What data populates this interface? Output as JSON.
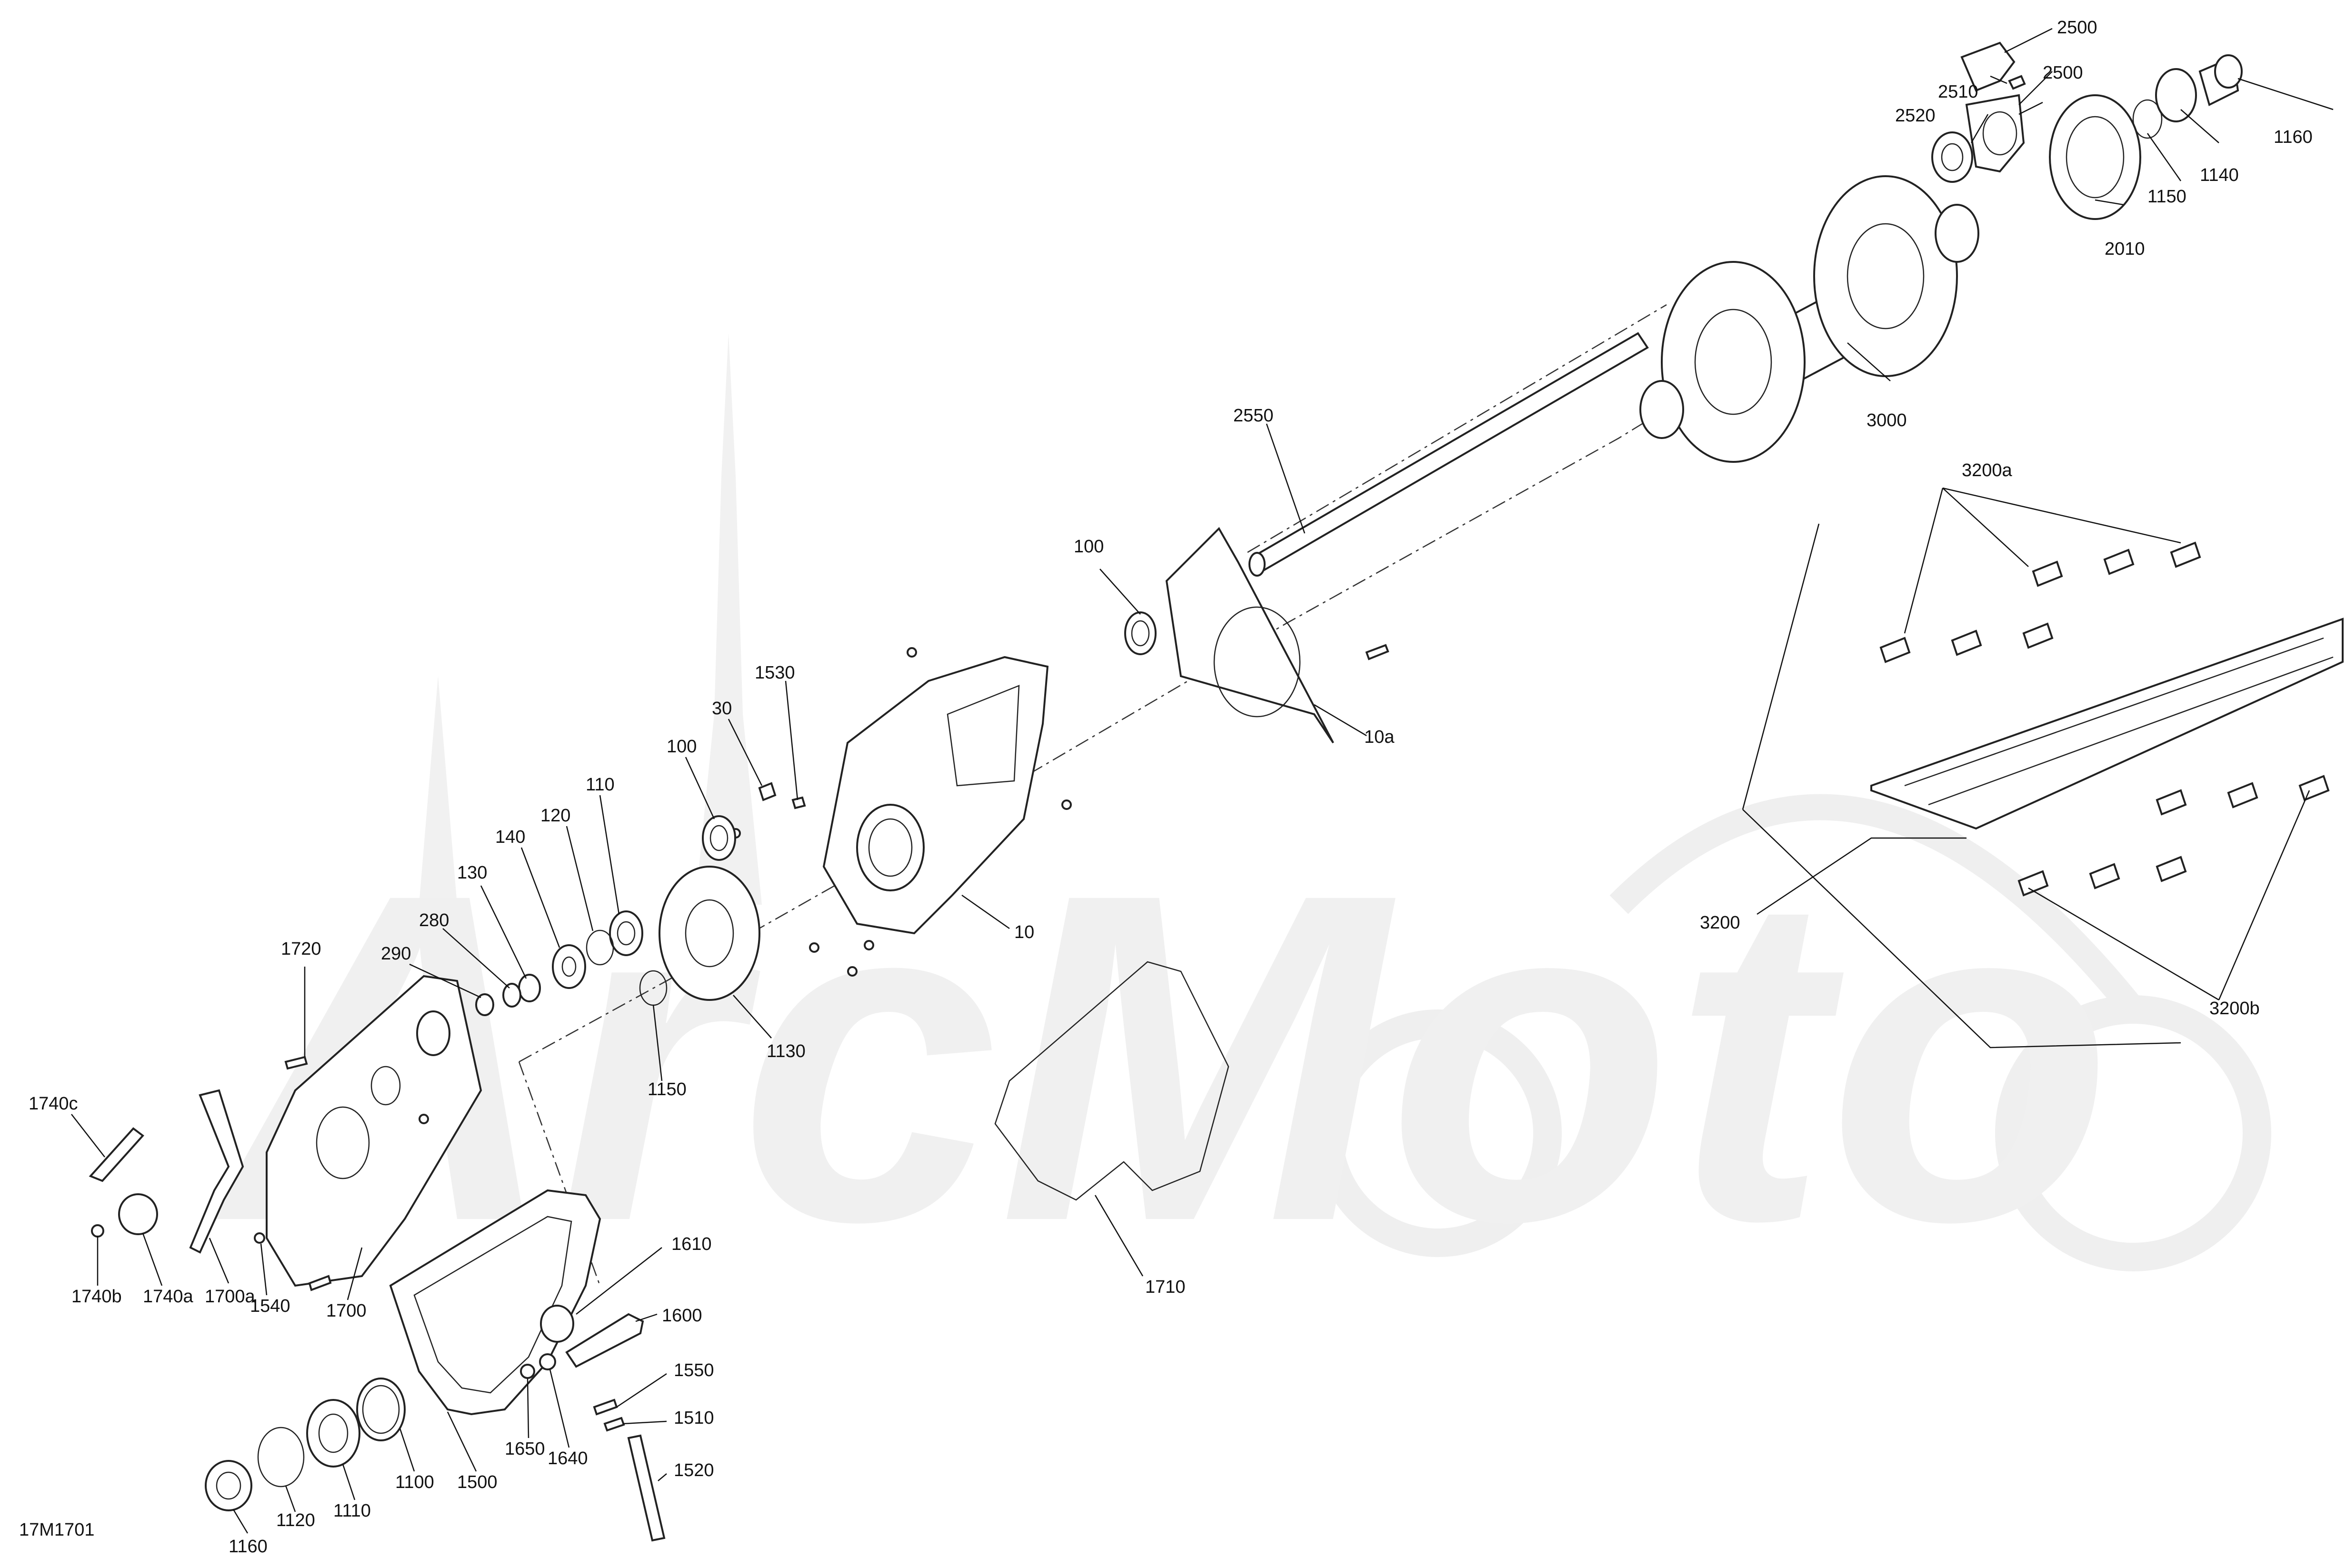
{
  "diagram_code": "17M1701",
  "watermark_text": "ArcMoto",
  "callouts": {
    "c2500_top": "2500",
    "c2500_mid": "2500",
    "c2510": "2510",
    "c2520": "2520",
    "c1160_top": "1160",
    "c1140": "1140",
    "c1150_top": "1150",
    "c2010": "2010",
    "c3000": "3000",
    "c2550": "2550",
    "c3200a": "3200a",
    "c100_right": "100",
    "c10a": "10a",
    "c1530": "1530",
    "c30": "30",
    "c100_left": "100",
    "c110": "110",
    "c120": "120",
    "c140": "140",
    "c130": "130",
    "c280": "280",
    "c290": "290",
    "c1720": "1720",
    "c10": "10",
    "c1150_mid": "1150",
    "c1130": "1130",
    "c3200": "3200",
    "c3200b": "3200b",
    "c1740c": "1740c",
    "c1740b": "1740b",
    "c1740a": "1740a",
    "c1700a": "1700a",
    "c1540": "1540",
    "c1700": "1700",
    "c1610": "1610",
    "c1600": "1600",
    "c1710": "1710",
    "c1550": "1550",
    "c1510": "1510",
    "c1520": "1520",
    "c1650": "1650",
    "c1640": "1640",
    "c1500": "1500",
    "c1100": "1100",
    "c1110": "1110",
    "c1120": "1120",
    "c1160_bottom": "1160"
  }
}
